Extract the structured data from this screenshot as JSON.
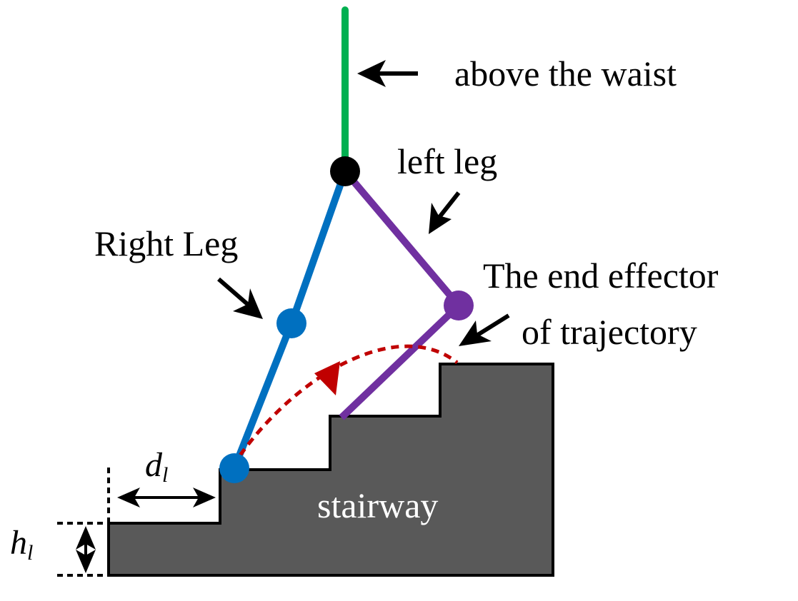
{
  "labels": {
    "above_waist": "above the waist",
    "left_leg": "left leg",
    "right_leg": "Right Leg",
    "end_effector_line1": "The end effector",
    "end_effector_line2": "of trajectory",
    "stairway": "stairway",
    "d_symbol": "d",
    "d_subscript": "l",
    "h_symbol": "h",
    "h_subscript": "l"
  },
  "colors": {
    "torso": "#00b050",
    "right_leg": "#0070c0",
    "left_leg": "#7030a0",
    "hip_joint": "#000000",
    "trajectory": "#c00000",
    "stairs_fill": "#595959",
    "stairs_outline": "#000000",
    "arrows": "#000000"
  }
}
